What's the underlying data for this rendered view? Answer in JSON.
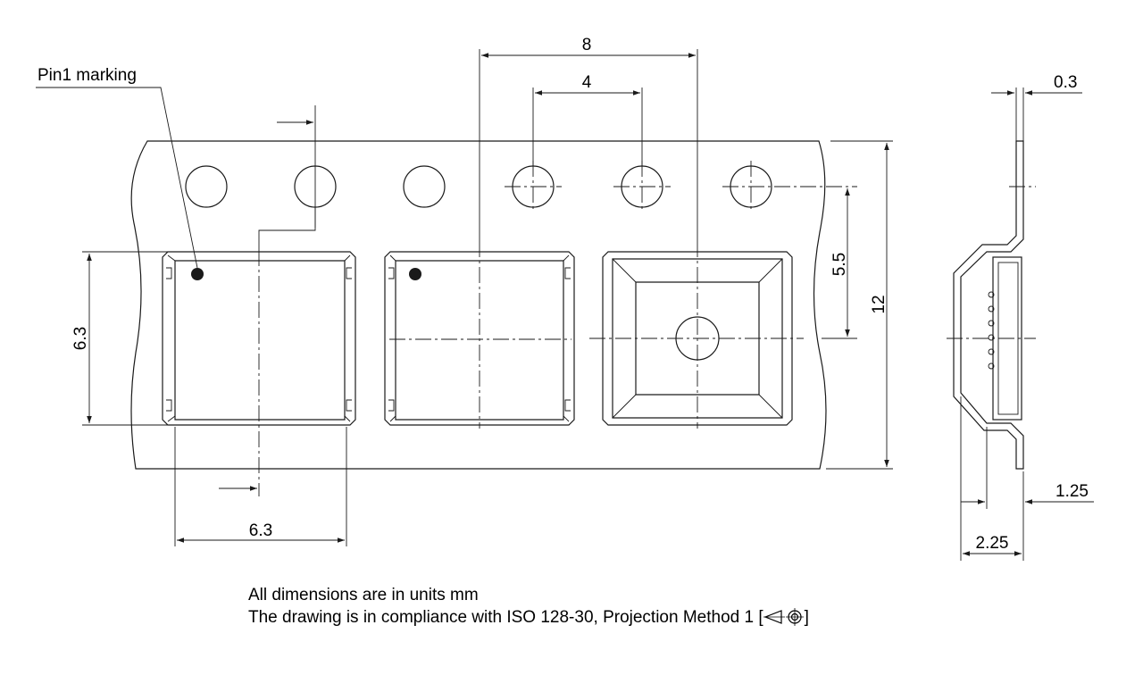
{
  "labels": {
    "pin1": "Pin1 marking",
    "pitch_total": "8",
    "pitch_sprocket": "4",
    "thickness": "0.3",
    "hole_offset": "5.5",
    "tape_width": "12",
    "pocket_height": "6.3",
    "pocket_width": "6.3",
    "pocket_depth": "1.25",
    "overall_depth": "2.25"
  },
  "notes": {
    "units": "All dimensions are in units mm",
    "standard": "The drawing is in compliance with ISO 128-30, Projection Method 1 [",
    "standard_close": "]"
  },
  "icons": [
    "projection-method-1-icon"
  ]
}
